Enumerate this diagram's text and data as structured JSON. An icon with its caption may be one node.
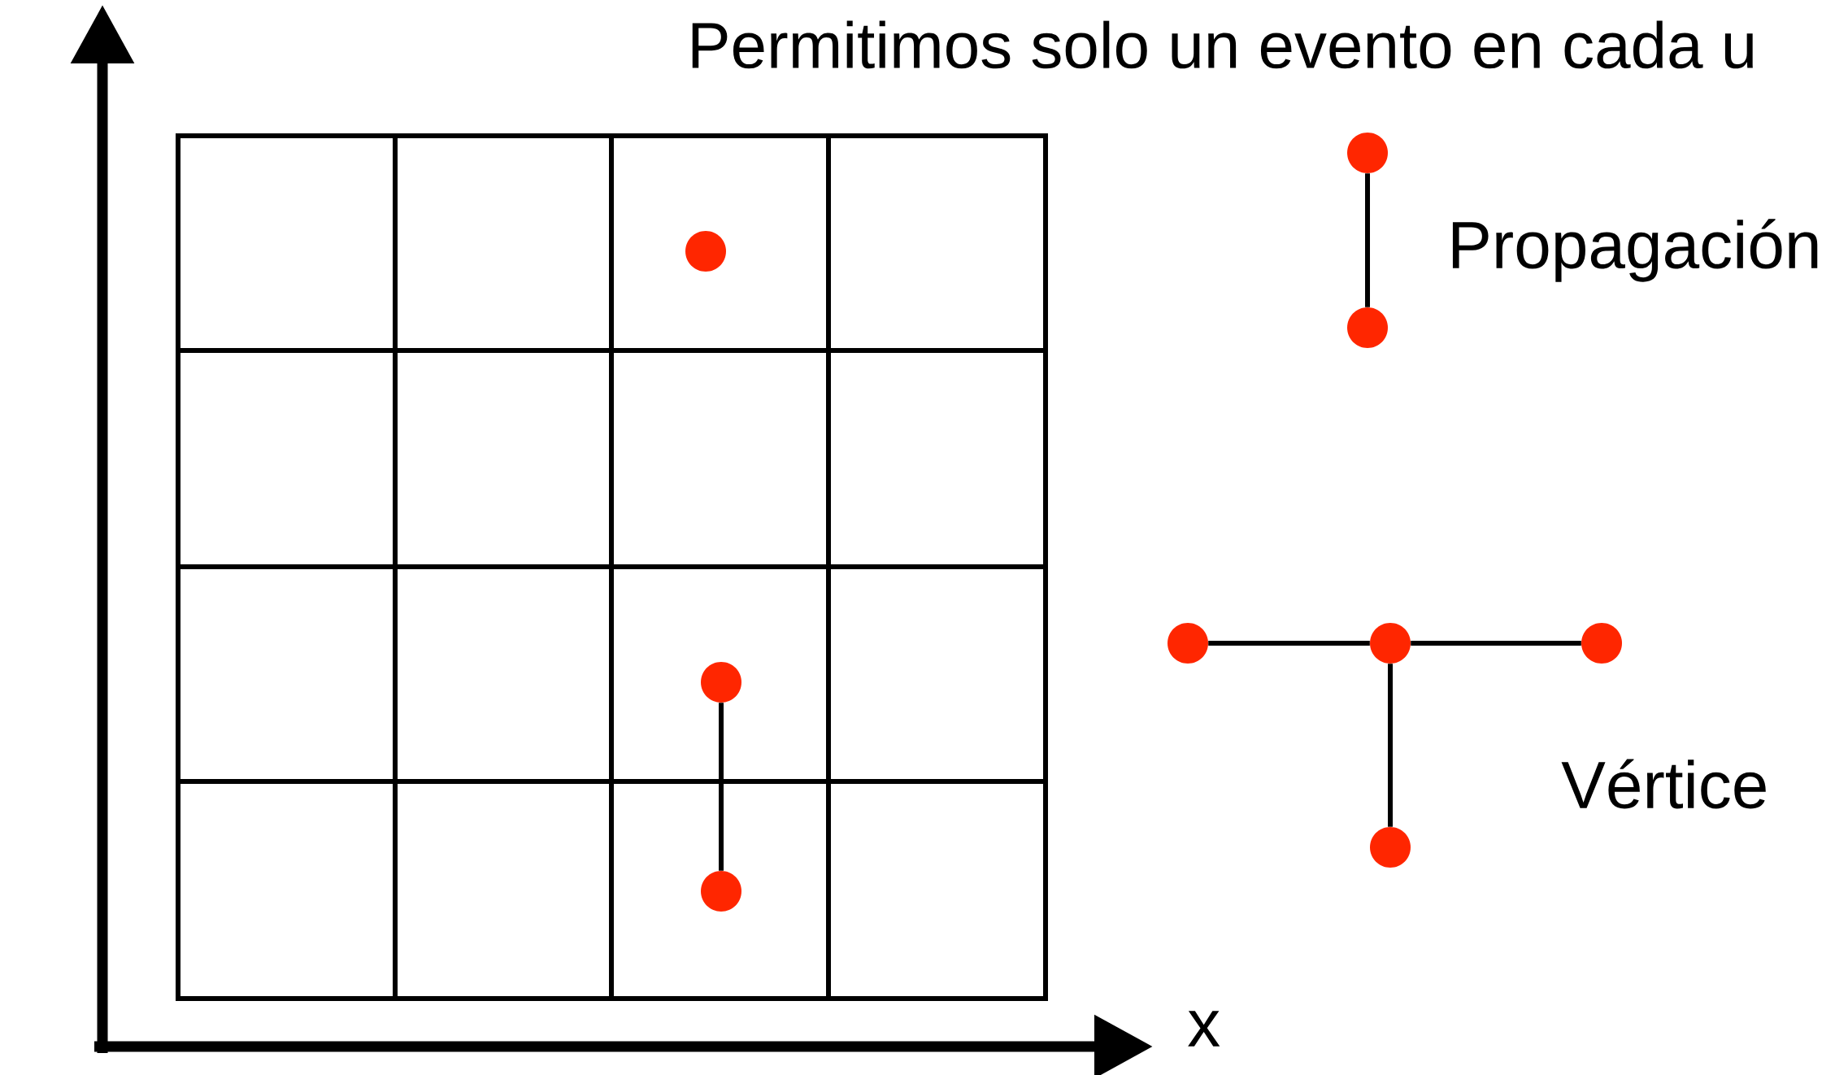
{
  "diagram": {
    "title": "Permitimos solo un evento en cada u",
    "nodes": [
      {
        "text": [],
        "shape": "circle"
      },
      {
        "text": [],
        "shape": "circle"
      },
      {
        "text": [],
        "shape": "circle"
      },
      {
        "text": [],
        "shape": "circle"
      },
      {
        "text": [],
        "shape": "circle"
      },
      {
        "text": [],
        "shape": "circle"
      },
      {
        "text": [],
        "shape": "circle"
      },
      {
        "text": [],
        "shape": "circle"
      },
      {
        "text": [],
        "shape": "circle"
      }
    ],
    "edges": [
      {
        "from": 1,
        "to": 2,
        "arrow": "none"
      },
      {
        "from": 3,
        "to": 4,
        "arrow": "none"
      },
      {
        "from": 5,
        "to": 6,
        "arrow": "none"
      },
      {
        "from": 6,
        "to": 7,
        "arrow": "none"
      },
      {
        "from": 6,
        "to": 8,
        "arrow": "none"
      }
    ],
    "labels": [
      "Propagación",
      "x",
      "Vértice"
    ]
  }
}
